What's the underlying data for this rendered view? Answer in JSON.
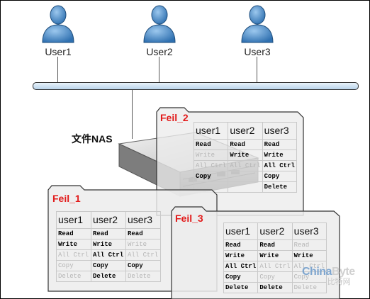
{
  "diagram": {
    "users": [
      {
        "label": "User1"
      },
      {
        "label": "User2"
      },
      {
        "label": "User3"
      }
    ],
    "nas_label": "文件NAS",
    "permission_labels": [
      "Read",
      "Write",
      "All Ctrl",
      "Copy",
      "Delete"
    ],
    "folders": [
      {
        "title": "Feil_1",
        "columns": [
          "user1",
          "user2",
          "user3"
        ],
        "rows": [
          [
            {
              "text": "Read",
              "on": true
            },
            {
              "text": "Read",
              "on": true
            },
            {
              "text": "Read",
              "on": true
            }
          ],
          [
            {
              "text": "Write",
              "on": true
            },
            {
              "text": "Write",
              "on": true
            },
            {
              "text": "Write",
              "on": false
            }
          ],
          [
            {
              "text": "All Ctrl",
              "on": false
            },
            {
              "text": "All Ctrl",
              "on": true
            },
            {
              "text": "All Ctrl",
              "on": false
            }
          ],
          [
            {
              "text": "Copy",
              "on": false
            },
            {
              "text": "Copy",
              "on": true
            },
            {
              "text": "Copy",
              "on": true
            }
          ],
          [
            {
              "text": "Delete",
              "on": false
            },
            {
              "text": "Delete",
              "on": true
            },
            {
              "text": "Delete",
              "on": false
            }
          ]
        ]
      },
      {
        "title": "Feil_2",
        "columns": [
          "user1",
          "user2",
          "user3"
        ],
        "rows": [
          [
            {
              "text": "Read",
              "on": true
            },
            {
              "text": "Read",
              "on": true
            },
            {
              "text": "Read",
              "on": true
            }
          ],
          [
            {
              "text": "Write",
              "on": false
            },
            {
              "text": "Write",
              "on": true
            },
            {
              "text": "Write",
              "on": true
            }
          ],
          [
            {
              "text": "All Ctrl",
              "on": false
            },
            {
              "text": "All Ctrl",
              "on": false
            },
            {
              "text": "All Ctrl",
              "on": true
            }
          ],
          [
            {
              "text": "Copy",
              "on": true
            },
            {
              "text": "",
              "on": false
            },
            {
              "text": "Copy",
              "on": true
            }
          ],
          [
            {
              "text": "",
              "on": false
            },
            {
              "text": "",
              "on": false
            },
            {
              "text": "Delete",
              "on": true
            }
          ]
        ]
      },
      {
        "title": "Feil_3",
        "columns": [
          "user1",
          "user2",
          "user3"
        ],
        "rows": [
          [
            {
              "text": "Read",
              "on": true
            },
            {
              "text": "Read",
              "on": true
            },
            {
              "text": "Read",
              "on": false
            }
          ],
          [
            {
              "text": "Write",
              "on": true
            },
            {
              "text": "Write",
              "on": true
            },
            {
              "text": "Write",
              "on": true
            }
          ],
          [
            {
              "text": "All Ctrl",
              "on": true
            },
            {
              "text": "All Ctrl",
              "on": false
            },
            {
              "text": "All Ctrl",
              "on": false
            }
          ],
          [
            {
              "text": "Copy",
              "on": true
            },
            {
              "text": "Copy",
              "on": false
            },
            {
              "text": "Copy",
              "on": false
            }
          ],
          [
            {
              "text": "Delete",
              "on": true
            },
            {
              "text": "Delete",
              "on": true
            },
            {
              "text": "Delete",
              "on": false
            }
          ]
        ]
      }
    ],
    "watermark": {
      "brand_a": "China",
      "brand_b": "Byte",
      "chinese": "比特网"
    },
    "colors": {
      "folder_title": "#e21a1a",
      "user_icon": "#3f86c6",
      "bus": "#c9ddf0"
    }
  }
}
